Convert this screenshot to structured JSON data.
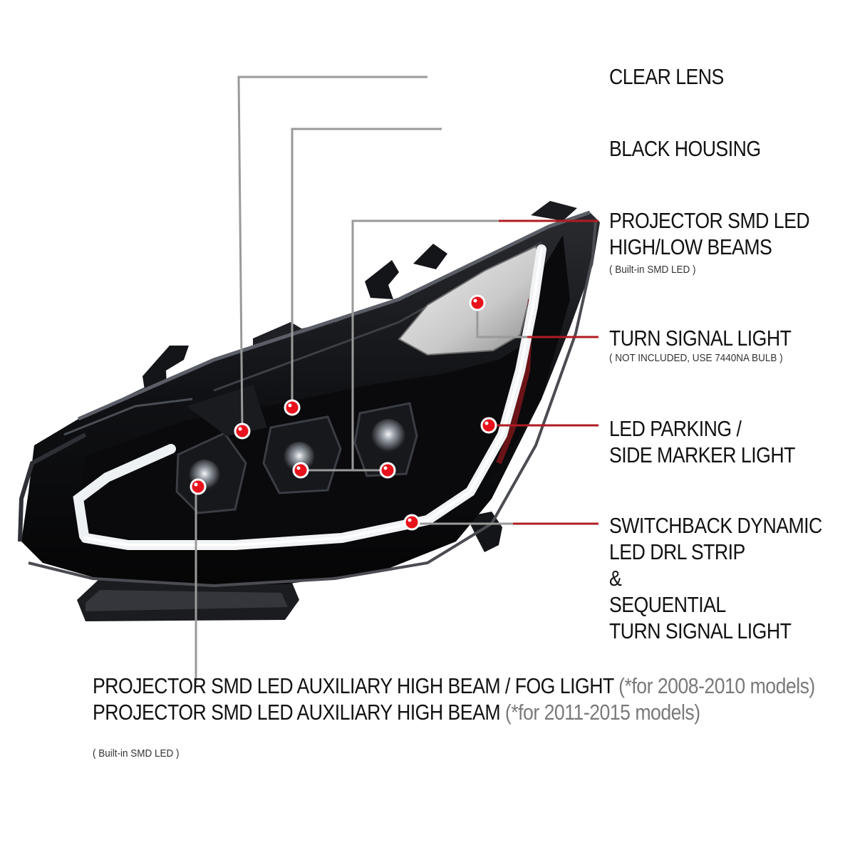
{
  "colors": {
    "leader_gray": "#9a9a9a",
    "leader_red": "#b01c22",
    "dot_red": "#e8121c",
    "dot_ring": "#ffffff",
    "housing": "#0d0d0f",
    "drl": "#e9ecef",
    "note_gray": "#7a7a7a"
  },
  "labels": {
    "clear_lens": "CLEAR LENS",
    "black_housing": "BLACK HOUSING",
    "projector_line1": "PROJECTOR SMD LED",
    "projector_line2": "HIGH/LOW BEAMS",
    "projector_note": "( Built-in SMD LED )",
    "turn_signal": "TURN SIGNAL LIGHT",
    "turn_signal_note": "( NOT INCLUDED, USE  7440NA  BULB )",
    "parking_line1": "LED PARKING /",
    "parking_line2": "SIDE MARKER LIGHT",
    "drl_line1": "SWITCHBACK DYNAMIC",
    "drl_line2": "LED DRL STRIP",
    "drl_line3": "&",
    "drl_line4": "SEQUENTIAL",
    "drl_line5": "TURN SIGNAL LIGHT",
    "aux_line1_main": "PROJECTOR SMD LED AUXILIARY HIGH BEAM / FOG LIGHT",
    "aux_line1_note": " (*for 2008-2010 models)",
    "aux_line2_main": "PROJECTOR SMD LED AUXILIARY HIGH BEAM",
    "aux_line2_note": " (*for 2011-2015 models)",
    "aux_note": "( Built-in SMD LED )"
  },
  "icons": {
    "callout_marker": "red-dot-icon",
    "product": "headlight-assembly-illustration"
  }
}
